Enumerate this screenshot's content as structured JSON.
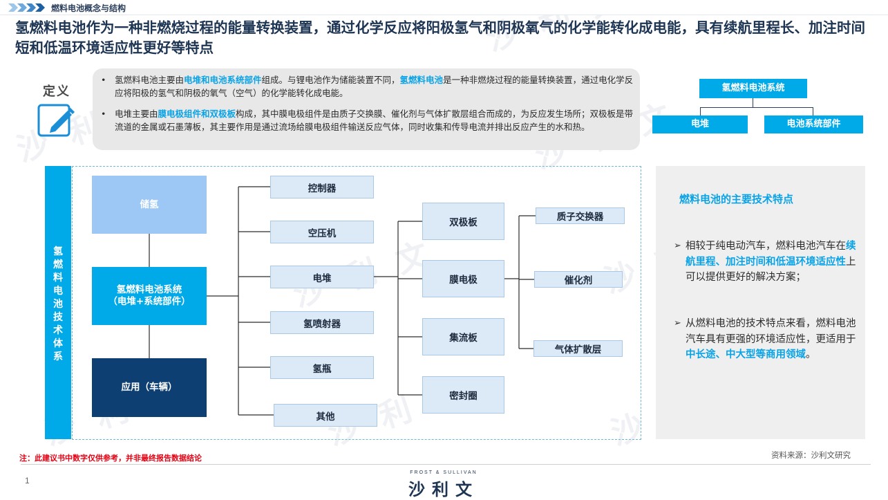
{
  "breadcrumb": {
    "text": "燃料电池概念与结构"
  },
  "headline": "氢燃料电池作为一种非燃烧过程的能量转换装置，通过化学反应将阳极氢气和阴极氧气的化学能转化成电能，具有续航里程长、加注时间短和低温环境适应性更好等特点",
  "definition": {
    "label": "定义",
    "bullets": [
      {
        "dot": "•",
        "parts": [
          "氢燃料电池主要由",
          "电堆和电池系统部件",
          "组成。与锂电池作为储能装置不同，",
          "氢燃料电池",
          "是一种非燃烧过程的能量转换装置，通过电化学反应将阳极的氢气和阴极的氧气（空气）的化学能转化成电能。"
        ]
      },
      {
        "dot": "•",
        "parts": [
          "电堆主要由",
          "膜电极组件和双极板",
          "构成，其中膜电极组件是由质子交换膜、催化剂与气体扩散层组合而成的，为反应发生场所；双极板是带流道的金属或石墨薄板，其主要作用是通过流场给膜电极组件输送反应气体，同时收集和传导电流并排出反应产生的水和热。"
        ]
      }
    ]
  },
  "org_chart": {
    "root": "氢燃料电池系统",
    "children": [
      "电堆",
      "电池系统部件"
    ]
  },
  "system": {
    "side_label": "氢燃料电池技术体系",
    "left": {
      "storage": "储氢",
      "system_line1": "氢燃料电池系统",
      "system_line2": "（电堆+系统部件）",
      "application": "应用（车辆）"
    },
    "components": [
      "控制器",
      "空压机",
      "电堆",
      "氢喷射器",
      "氢瓶",
      "其他"
    ],
    "stack_parts": [
      "双极板",
      "膜电极",
      "集流板",
      "密封圈"
    ],
    "mea_parts": [
      "质子交换器",
      "催化剂",
      "气体扩散层"
    ]
  },
  "features": {
    "title": "燃料电池的主要技术特点",
    "arrow": "➢",
    "items": [
      {
        "parts": [
          "相较于纯电动汽车，燃料电池汽车在",
          "续航里程、加注时间和低温环境适应性",
          "上可以提供更好的解决方案；"
        ]
      },
      {
        "parts": [
          "从燃料电池的技术特点来看，燃料电池汽车具有更强的环境适应性，更适用于",
          "中长途、中大型等商用领域",
          "。"
        ]
      }
    ]
  },
  "footer": {
    "note": "注：此建议书中数字仅供参考，并非最终报告数据结论",
    "source": "资料来源：沙利文研究",
    "page": "1",
    "logo_en": "FROST & SULLIVAN",
    "logo_cn": "沙利文"
  },
  "colors": {
    "accent": "#00a9e8",
    "highlight": "#0aa3e6",
    "storage": "#9dc8f5",
    "navy": "#0e3f73",
    "navy_text": "#1d3553"
  }
}
